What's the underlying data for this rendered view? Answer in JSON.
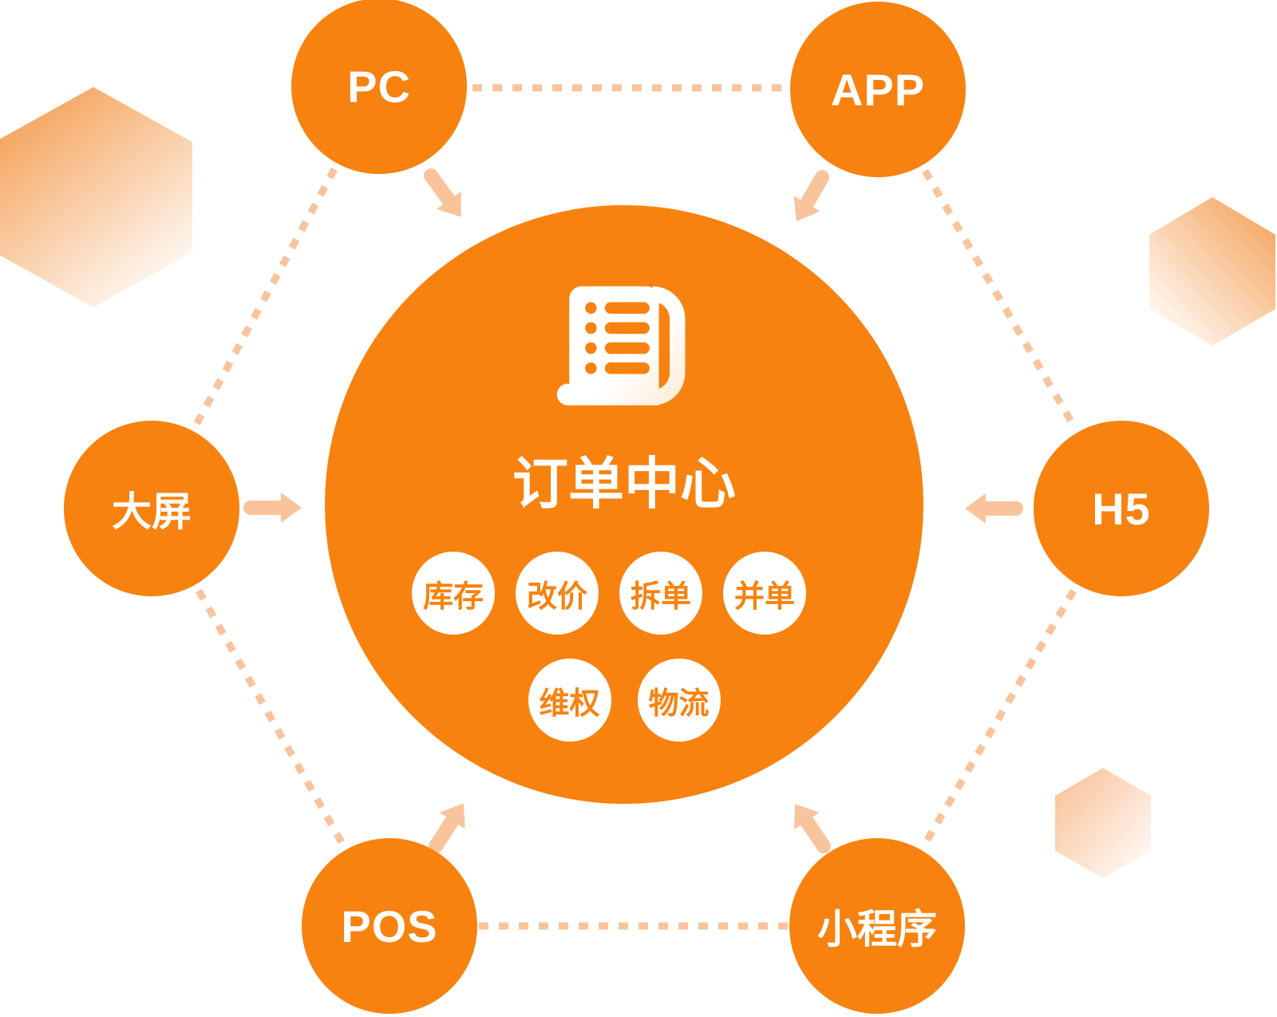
{
  "diagram": {
    "title": "订单中心",
    "center_icon": "order-list-scroll-icon",
    "features": [
      "库存",
      "改价",
      "拆单",
      "并单",
      "维权",
      "物流"
    ],
    "nodes": [
      {
        "id": "pc",
        "label": "PC"
      },
      {
        "id": "app",
        "label": "APP"
      },
      {
        "id": "big-screen",
        "label": "大屏"
      },
      {
        "id": "h5",
        "label": "H5"
      },
      {
        "id": "pos",
        "label": "POS"
      },
      {
        "id": "mini-program",
        "label": "小程序"
      }
    ]
  },
  "colors": {
    "brand_orange": "#F8820F",
    "connector_peach": "#F9C49C",
    "hexagon_strong": "#F49E52",
    "hexagon_soft": "#F8BE92",
    "hexagon_fade": "#FFFFFF",
    "icon_tint": "#FFE3C8",
    "background": "#FFFFFF",
    "text_on_orange": "#FFFFFF"
  }
}
